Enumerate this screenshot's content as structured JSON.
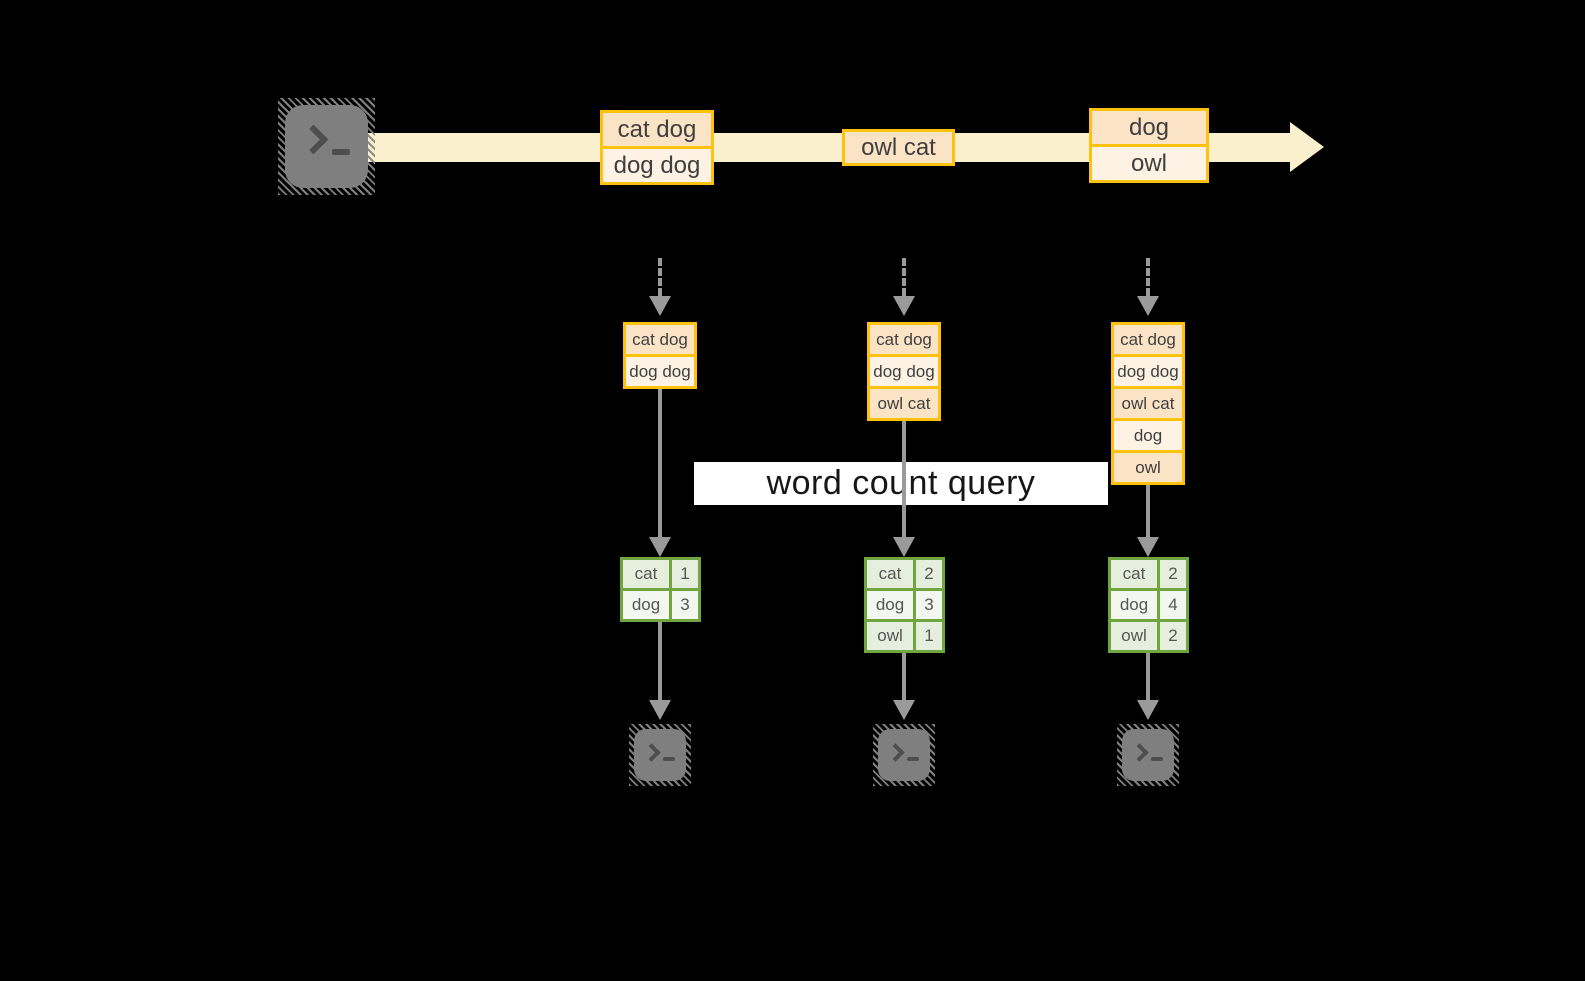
{
  "query_label": "word count query",
  "stream_batches": [
    [
      "cat dog",
      "dog dog"
    ],
    [
      "owl cat"
    ],
    [
      "dog",
      "owl"
    ]
  ],
  "states": [
    [
      "cat dog",
      "dog dog"
    ],
    [
      "cat dog",
      "dog dog",
      "owl cat"
    ],
    [
      "cat dog",
      "dog dog",
      "owl cat",
      "dog",
      "owl"
    ]
  ],
  "counts": [
    [
      [
        "cat",
        "1"
      ],
      [
        "dog",
        "3"
      ]
    ],
    [
      [
        "cat",
        "2"
      ],
      [
        "dog",
        "3"
      ],
      [
        "owl",
        "1"
      ]
    ],
    [
      [
        "cat",
        "2"
      ],
      [
        "dog",
        "4"
      ],
      [
        "owl",
        "2"
      ]
    ]
  ],
  "icons": {
    "source": "terminal-icon",
    "sinks": [
      "terminal-icon",
      "terminal-icon",
      "terminal-icon"
    ]
  },
  "palette": {
    "background": "#000000",
    "orange_border": "#fec10d",
    "peach_fill": "#fbe3c6",
    "cream_fill": "#fdf2e3",
    "stream_band": "#fbf0cd",
    "green_border": "#70a63f",
    "green_cell_dark": "#e6eedd",
    "green_cell_light": "#f3f7ef",
    "arrow_gray": "#9a9a9a",
    "icon_gray": "#7f7f7f",
    "label_bg": "#ffffff"
  }
}
